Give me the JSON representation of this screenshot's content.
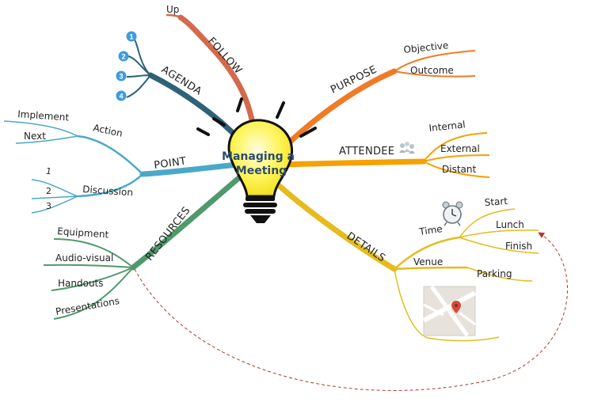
{
  "central_topic": {
    "line1": "Managing a",
    "line2": "Meeting"
  },
  "branches": {
    "follow": {
      "label": "FOLLOW",
      "color": "#d36a4c",
      "children": [
        "Up"
      ]
    },
    "agenda": {
      "label": "AGENDA",
      "color": "#2f6277",
      "children": [
        "1",
        "2",
        "3",
        "4"
      ]
    },
    "point": {
      "label": "POINT",
      "color": "#4aa9c9",
      "action": {
        "label": "Action",
        "children": [
          "Implement",
          "Next"
        ]
      },
      "discussion": {
        "label": "Discussion",
        "children": [
          "1",
          "2",
          "3"
        ]
      }
    },
    "resources": {
      "label": "RESOURCES",
      "color": "#4e9a6a",
      "children": [
        "Equipment",
        "Audio-visual",
        "Handouts",
        "Presentations"
      ]
    },
    "purpose": {
      "label": "PURPOSE",
      "color": "#f07a25",
      "children": [
        "Objective",
        "Outcome"
      ]
    },
    "attendee": {
      "label": "ATTENDEE",
      "color": "#f5a100",
      "children": [
        "Internal",
        "External",
        "Distant"
      ]
    },
    "details": {
      "label": "DETAILS",
      "color": "#e6bb1e",
      "time": {
        "label": "Time",
        "children": [
          "Start",
          "Lunch",
          "Finish"
        ]
      },
      "venue": {
        "label": "Venue",
        "children": [
          "Parking"
        ]
      }
    }
  },
  "icons": {
    "agenda_badges": "numbered-circle-icon",
    "attendee": "people-group-icon",
    "time": "alarm-clock-icon",
    "venue": "map-thumbnail-icon",
    "center": "light-bulb-icon"
  },
  "connector": {
    "style": "dashed-arrow",
    "color": "#b03a2e",
    "from": "RESOURCES",
    "to": "Lunch"
  }
}
